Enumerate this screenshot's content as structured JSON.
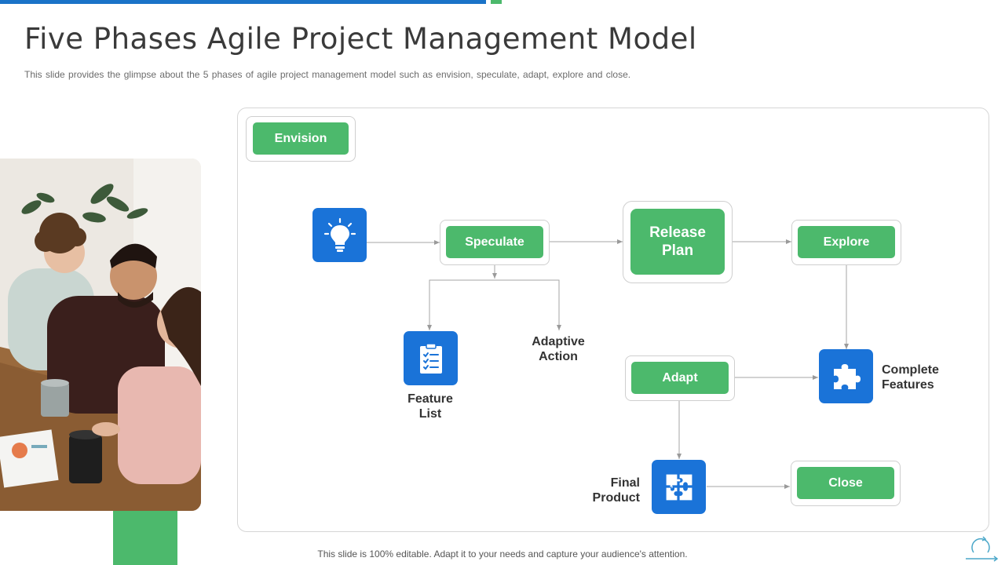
{
  "slide": {
    "title": "Five Phases Agile Project Management Model",
    "subtitle": "This slide provides  the glimpse about the 5 phases of agile project management  model such as envision,  speculate, adapt, explore and close.",
    "footer": "This slide is 100% editable. Adapt it to your needs and capture your audience's attention."
  },
  "phases": {
    "envision": "Envision",
    "speculate": "Speculate",
    "release_plan_line1": "Release",
    "release_plan_line2": "Plan",
    "explore": "Explore",
    "adapt": "Adapt",
    "close": "Close"
  },
  "labels": {
    "feature_list_line1": "Feature",
    "feature_list_line2": "List",
    "adaptive_action_line1": "Adaptive",
    "adaptive_action_line2": "Action",
    "complete_features_line1": "Complete",
    "complete_features_line2": "Features",
    "final_product_line1": "Final",
    "final_product_line2": "Product"
  },
  "colors": {
    "accent_blue": "#1a73d8",
    "accent_green": "#4cb96c"
  },
  "icons": {
    "idea": "lightbulb-icon",
    "feature_list": "checklist-icon",
    "complete_features": "puzzle-piece-icon",
    "final_product": "puzzle-grid-icon"
  }
}
